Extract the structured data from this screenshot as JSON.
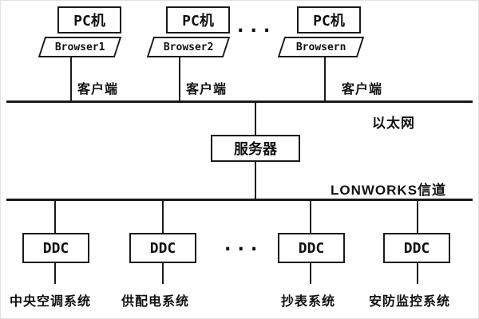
{
  "diagram": {
    "pcs": [
      {
        "label": "PC机",
        "browser": "Browser1",
        "client": "客户端"
      },
      {
        "label": "PC机",
        "browser": "Browser2",
        "client": "客户端"
      },
      {
        "label": "PC机",
        "browser": "Browsern",
        "client": "客户端"
      }
    ],
    "ellipsis_top": "···",
    "ellipsis_bottom": "···",
    "ethernet_label": "以太网",
    "server_label": "服务器",
    "lonworks_label": "LONWORKS信道",
    "ddcs": [
      {
        "label": "DDC",
        "system": "中央空调系统"
      },
      {
        "label": "DDC",
        "system": "供配电系统"
      },
      {
        "label": "DDC",
        "system": "抄表系统"
      },
      {
        "label": "DDC",
        "system": "安防监控系统"
      }
    ],
    "colors": {
      "line": "#1a1a1a",
      "background": "#ffffff"
    }
  }
}
